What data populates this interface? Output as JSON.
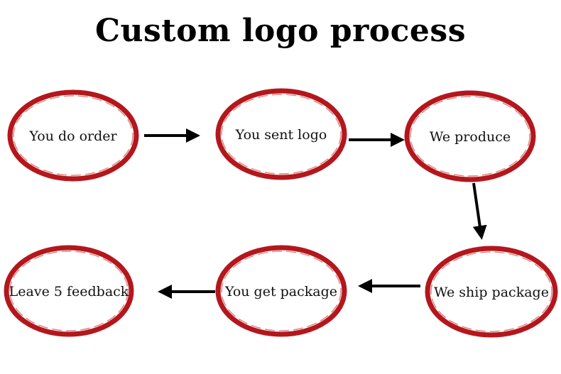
{
  "title": "Custom logo process",
  "colors": {
    "ring": "#b3171c",
    "arrow": "#000000",
    "text": "#111111"
  },
  "steps": [
    {
      "label": "You do order"
    },
    {
      "label": "You sent logo"
    },
    {
      "label": "We produce"
    },
    {
      "label": "We ship package"
    },
    {
      "label": "You get package"
    },
    {
      "label": "Leave 5 feedback"
    }
  ]
}
